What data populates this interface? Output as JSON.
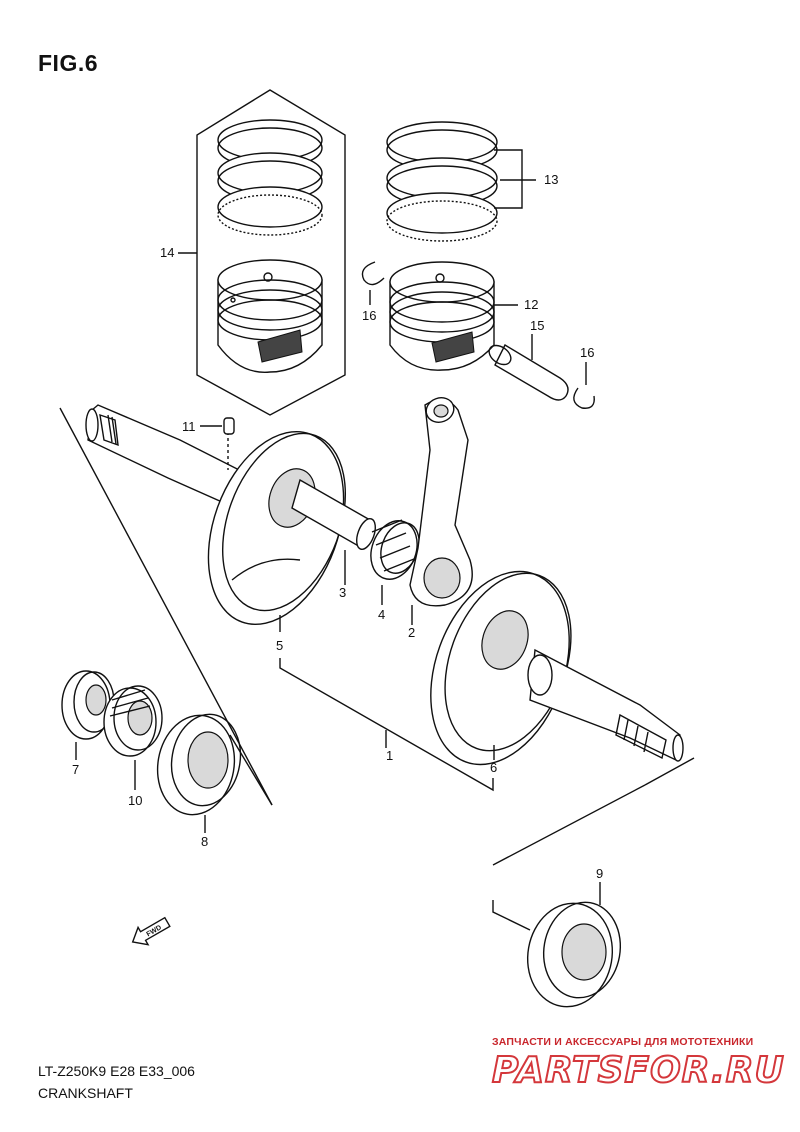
{
  "figure": {
    "title": "FIG.6",
    "model_code": "LT-Z250K9 E28 E33_006",
    "caption": "CRANKSHAFT"
  },
  "callouts": [
    "1",
    "2",
    "3",
    "4",
    "5",
    "6",
    "7",
    "8",
    "9",
    "10",
    "11",
    "12",
    "13",
    "14",
    "15",
    "16",
    "16"
  ],
  "watermark": {
    "tagline": "ЗАПЧАСТИ И АКСЕССУАРЫ ДЛЯ МОТОТЕХНИКИ",
    "logo": "PARTSFOR.RU",
    "color": "#d4373b"
  },
  "fwd_label": "FWD"
}
